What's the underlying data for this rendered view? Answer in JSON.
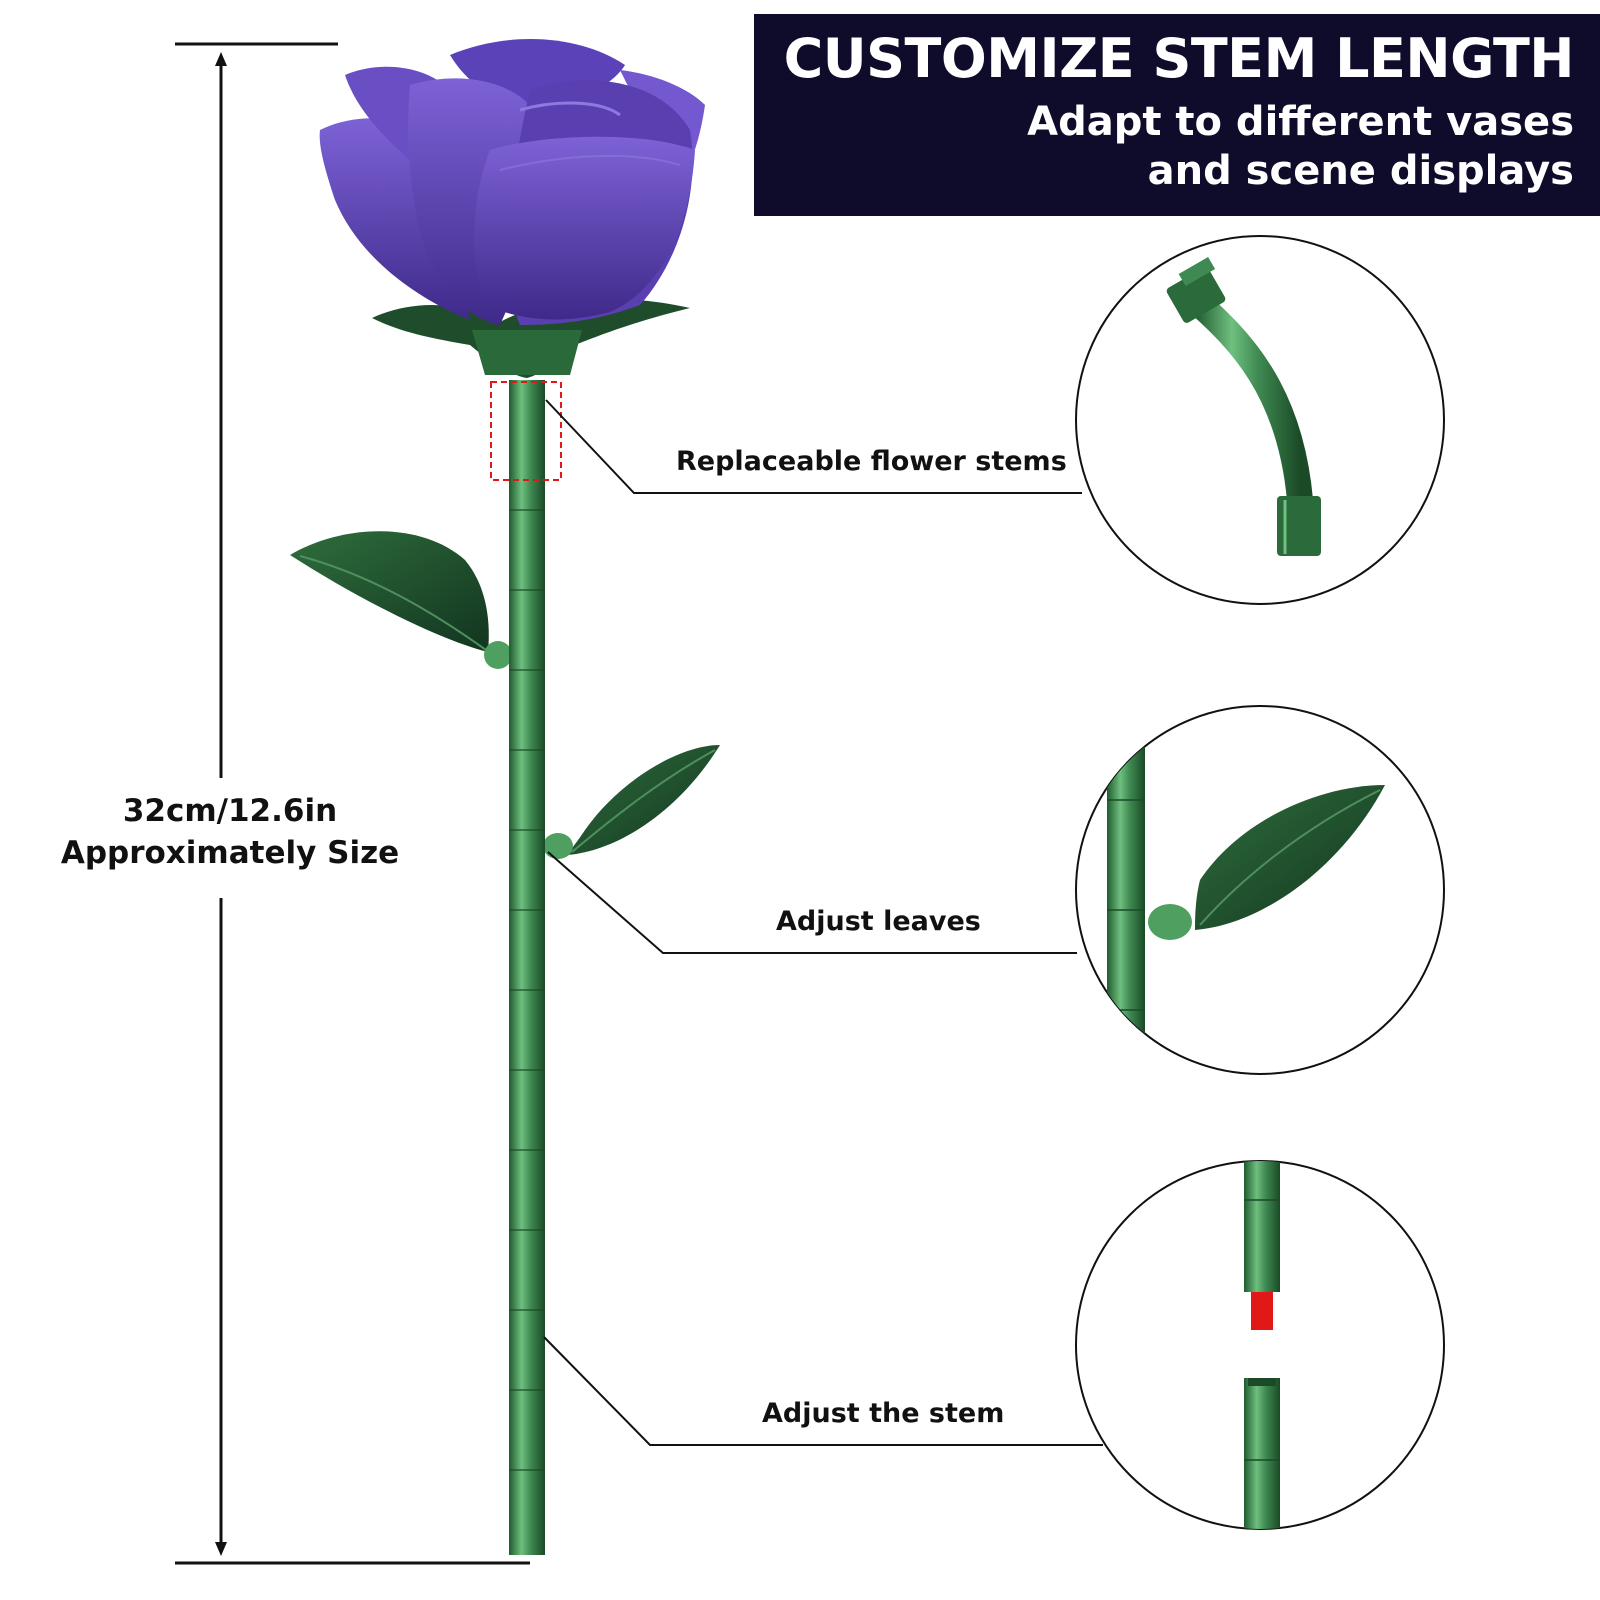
{
  "banner": {
    "title": "CUSTOMIZE STEM LENGTH",
    "subtitle_line1": "Adapt to different vases",
    "subtitle_line2": "and scene displays"
  },
  "dimension": {
    "line1": "32cm/12.6in",
    "line2": "Approximately Size"
  },
  "callouts": {
    "flower_stems": "Replaceable flower stems",
    "leaves": "Adjust leaves",
    "stem": "Adjust the stem"
  },
  "colors": {
    "banner_bg": "#0e0b2b",
    "petal": "#5a3fb0",
    "stem": "#3f8a52",
    "leaf": "#1f4d2b",
    "connector_red": "#e01818"
  }
}
